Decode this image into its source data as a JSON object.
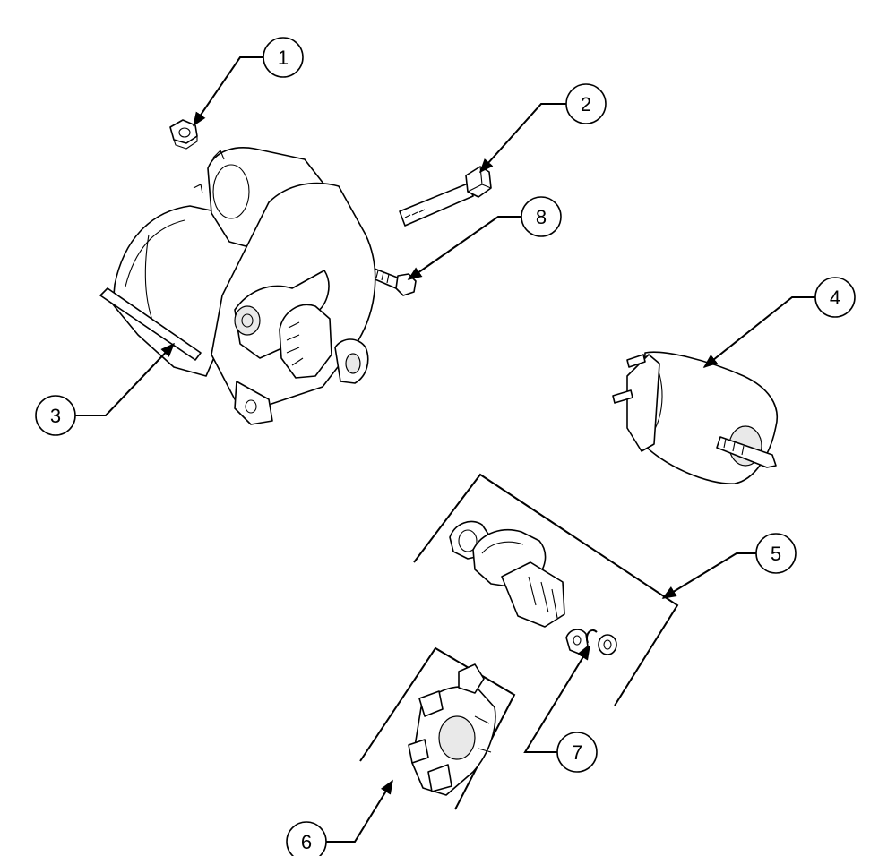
{
  "diagram": {
    "background": "#ffffff",
    "ink": "#000000",
    "callouts": [
      {
        "id": "1",
        "label": "1"
      },
      {
        "id": "2",
        "label": "2"
      },
      {
        "id": "3",
        "label": "3"
      },
      {
        "id": "4",
        "label": "4"
      },
      {
        "id": "5",
        "label": "5"
      },
      {
        "id": "6",
        "label": "6"
      },
      {
        "id": "7",
        "label": "7"
      },
      {
        "id": "8",
        "label": "8"
      }
    ]
  }
}
